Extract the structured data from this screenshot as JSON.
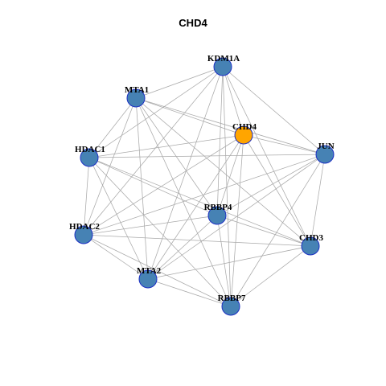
{
  "title": "CHD4",
  "colors": {
    "default_node": "#4682b4",
    "highlight_node": "#ffa500",
    "node_border": "#1c2fc4",
    "edge": "#a9a9a9"
  },
  "nodes": [
    {
      "id": "KDM1A",
      "label": "KDM1A",
      "highlight": false
    },
    {
      "id": "MTA1",
      "label": "MTA1",
      "highlight": false
    },
    {
      "id": "CHD4",
      "label": "CHD4",
      "highlight": true
    },
    {
      "id": "HDAC1",
      "label": "HDAC1",
      "highlight": false
    },
    {
      "id": "JUN",
      "label": "JUN",
      "highlight": false
    },
    {
      "id": "RBBP4",
      "label": "RBBP4",
      "highlight": false
    },
    {
      "id": "HDAC2",
      "label": "HDAC2",
      "highlight": false
    },
    {
      "id": "CHD3",
      "label": "CHD3",
      "highlight": false
    },
    {
      "id": "MTA2",
      "label": "MTA2",
      "highlight": false
    },
    {
      "id": "RBBP7",
      "label": "RBBP7",
      "highlight": false
    }
  ],
  "edges": [
    [
      "KDM1A",
      "MTA1"
    ],
    [
      "KDM1A",
      "CHD4"
    ],
    [
      "KDM1A",
      "HDAC1"
    ],
    [
      "KDM1A",
      "JUN"
    ],
    [
      "KDM1A",
      "RBBP4"
    ],
    [
      "KDM1A",
      "HDAC2"
    ],
    [
      "KDM1A",
      "CHD3"
    ],
    [
      "KDM1A",
      "MTA2"
    ],
    [
      "KDM1A",
      "RBBP7"
    ],
    [
      "MTA1",
      "CHD4"
    ],
    [
      "MTA1",
      "HDAC1"
    ],
    [
      "MTA1",
      "JUN"
    ],
    [
      "MTA1",
      "RBBP4"
    ],
    [
      "MTA1",
      "HDAC2"
    ],
    [
      "MTA1",
      "CHD3"
    ],
    [
      "MTA1",
      "MTA2"
    ],
    [
      "MTA1",
      "RBBP7"
    ],
    [
      "CHD4",
      "HDAC1"
    ],
    [
      "CHD4",
      "JUN"
    ],
    [
      "CHD4",
      "RBBP4"
    ],
    [
      "CHD4",
      "HDAC2"
    ],
    [
      "CHD4",
      "CHD3"
    ],
    [
      "CHD4",
      "MTA2"
    ],
    [
      "CHD4",
      "RBBP7"
    ],
    [
      "HDAC1",
      "JUN"
    ],
    [
      "HDAC1",
      "RBBP4"
    ],
    [
      "HDAC1",
      "HDAC2"
    ],
    [
      "HDAC1",
      "CHD3"
    ],
    [
      "HDAC1",
      "MTA2"
    ],
    [
      "HDAC1",
      "RBBP7"
    ],
    [
      "JUN",
      "RBBP4"
    ],
    [
      "JUN",
      "HDAC2"
    ],
    [
      "JUN",
      "CHD3"
    ],
    [
      "JUN",
      "MTA2"
    ],
    [
      "JUN",
      "RBBP7"
    ],
    [
      "RBBP4",
      "HDAC2"
    ],
    [
      "RBBP4",
      "CHD3"
    ],
    [
      "RBBP4",
      "MTA2"
    ],
    [
      "RBBP4",
      "RBBP7"
    ],
    [
      "HDAC2",
      "CHD3"
    ],
    [
      "HDAC2",
      "MTA2"
    ],
    [
      "HDAC2",
      "RBBP7"
    ],
    [
      "CHD3",
      "MTA2"
    ],
    [
      "CHD3",
      "RBBP7"
    ],
    [
      "MTA2",
      "RBBP7"
    ]
  ]
}
